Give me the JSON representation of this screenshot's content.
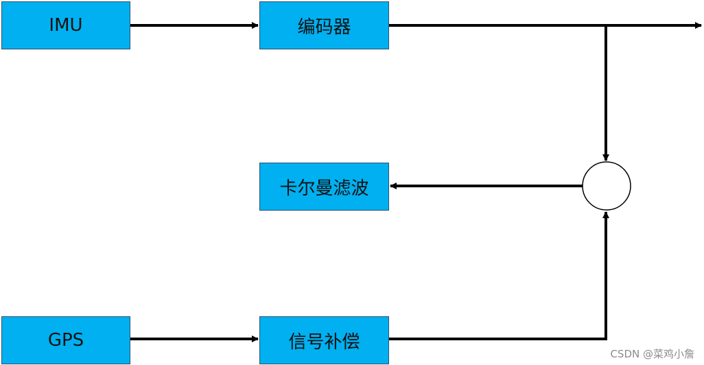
{
  "nodes": {
    "imu": "IMU",
    "encoder": "编码器",
    "kalman": "卡尔曼滤波",
    "gps": "GPS",
    "compensation": "信号补偿"
  },
  "watermark": "CSDN @菜鸡小詹",
  "colors": {
    "box_fill": "#00b0f0",
    "box_border": "#2f4f6f",
    "line": "#000000"
  }
}
